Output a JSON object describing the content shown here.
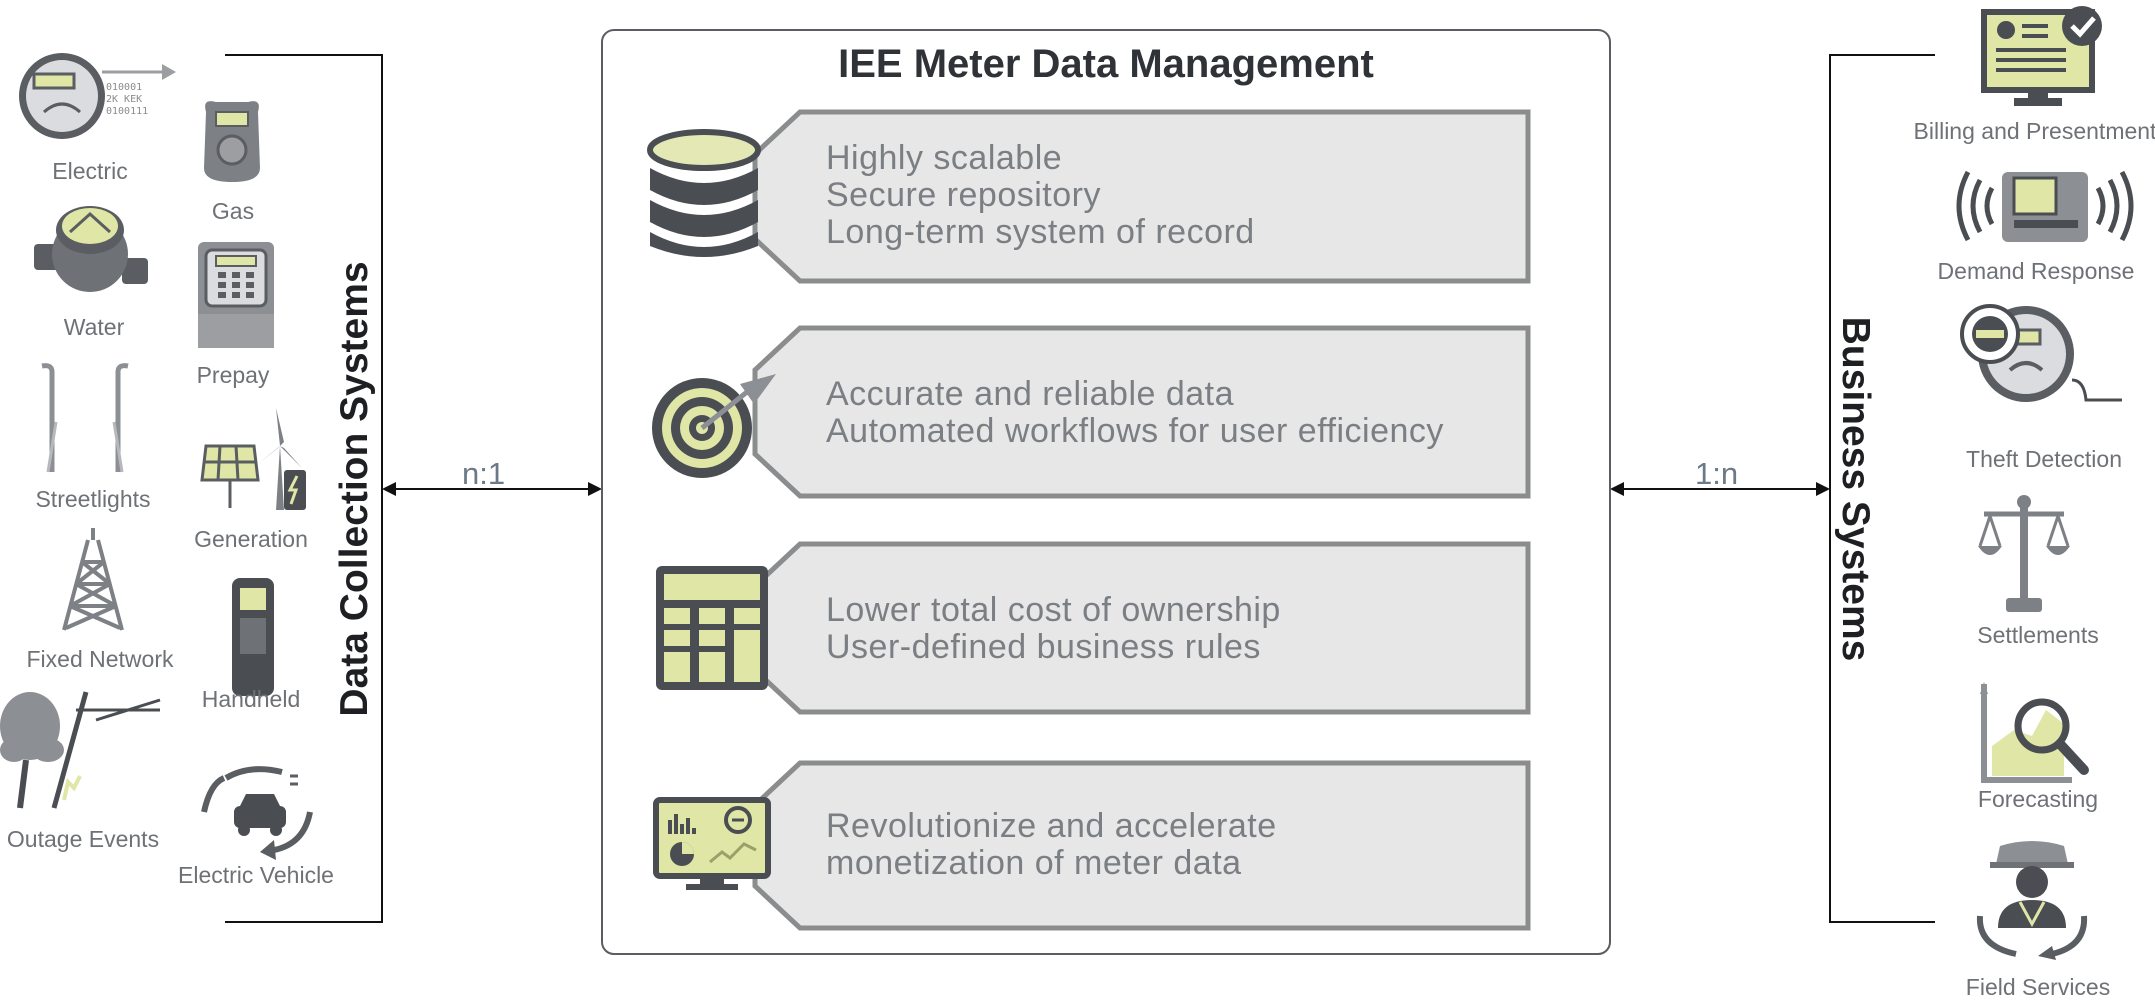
{
  "main_title": "IEE Meter Data Management",
  "left_section_title": "Data Collection Systems",
  "right_section_title": "Business Systems",
  "left_ratio": "n:1",
  "right_ratio": "1:n",
  "collection_systems": {
    "electric": "Electric",
    "gas": "Gas",
    "water": "Water",
    "prepay": "Prepay",
    "streetlights": "Streetlights",
    "generation": "Generation",
    "fixed_network": "Fixed Network",
    "handheld": "Handheld",
    "outage_events": "Outage Events",
    "electric_vehicle": "Electric Vehicle"
  },
  "electric_meter_readout": [
    "010001",
    "2K KEK",
    "0100111"
  ],
  "business_systems": {
    "billing": "Billing and Presentment",
    "demand_response": "Demand Response",
    "theft_detection": "Theft Detection",
    "settlements": "Settlements",
    "forecasting": "Forecasting",
    "field_services": "Field Services"
  },
  "features": [
    {
      "icon": "database-icon",
      "lines": [
        "Highly scalable",
        "Secure repository",
        "Long-term system of record"
      ]
    },
    {
      "icon": "target-icon",
      "lines": [
        "Accurate and reliable data",
        "Automated workflows for user efficiency"
      ]
    },
    {
      "icon": "calculator-icon",
      "lines": [
        "Lower total cost of ownership",
        "User-defined business rules"
      ]
    },
    {
      "icon": "dashboard-monitor-icon",
      "lines": [
        "Revolutionize and accelerate",
        "monetization of meter data"
      ]
    }
  ],
  "colors": {
    "accent": "#dfe6a6",
    "dark_icon": "#4a4d52",
    "panel_fill": "#e6e7e6",
    "panel_border": "#8a8c8e"
  }
}
